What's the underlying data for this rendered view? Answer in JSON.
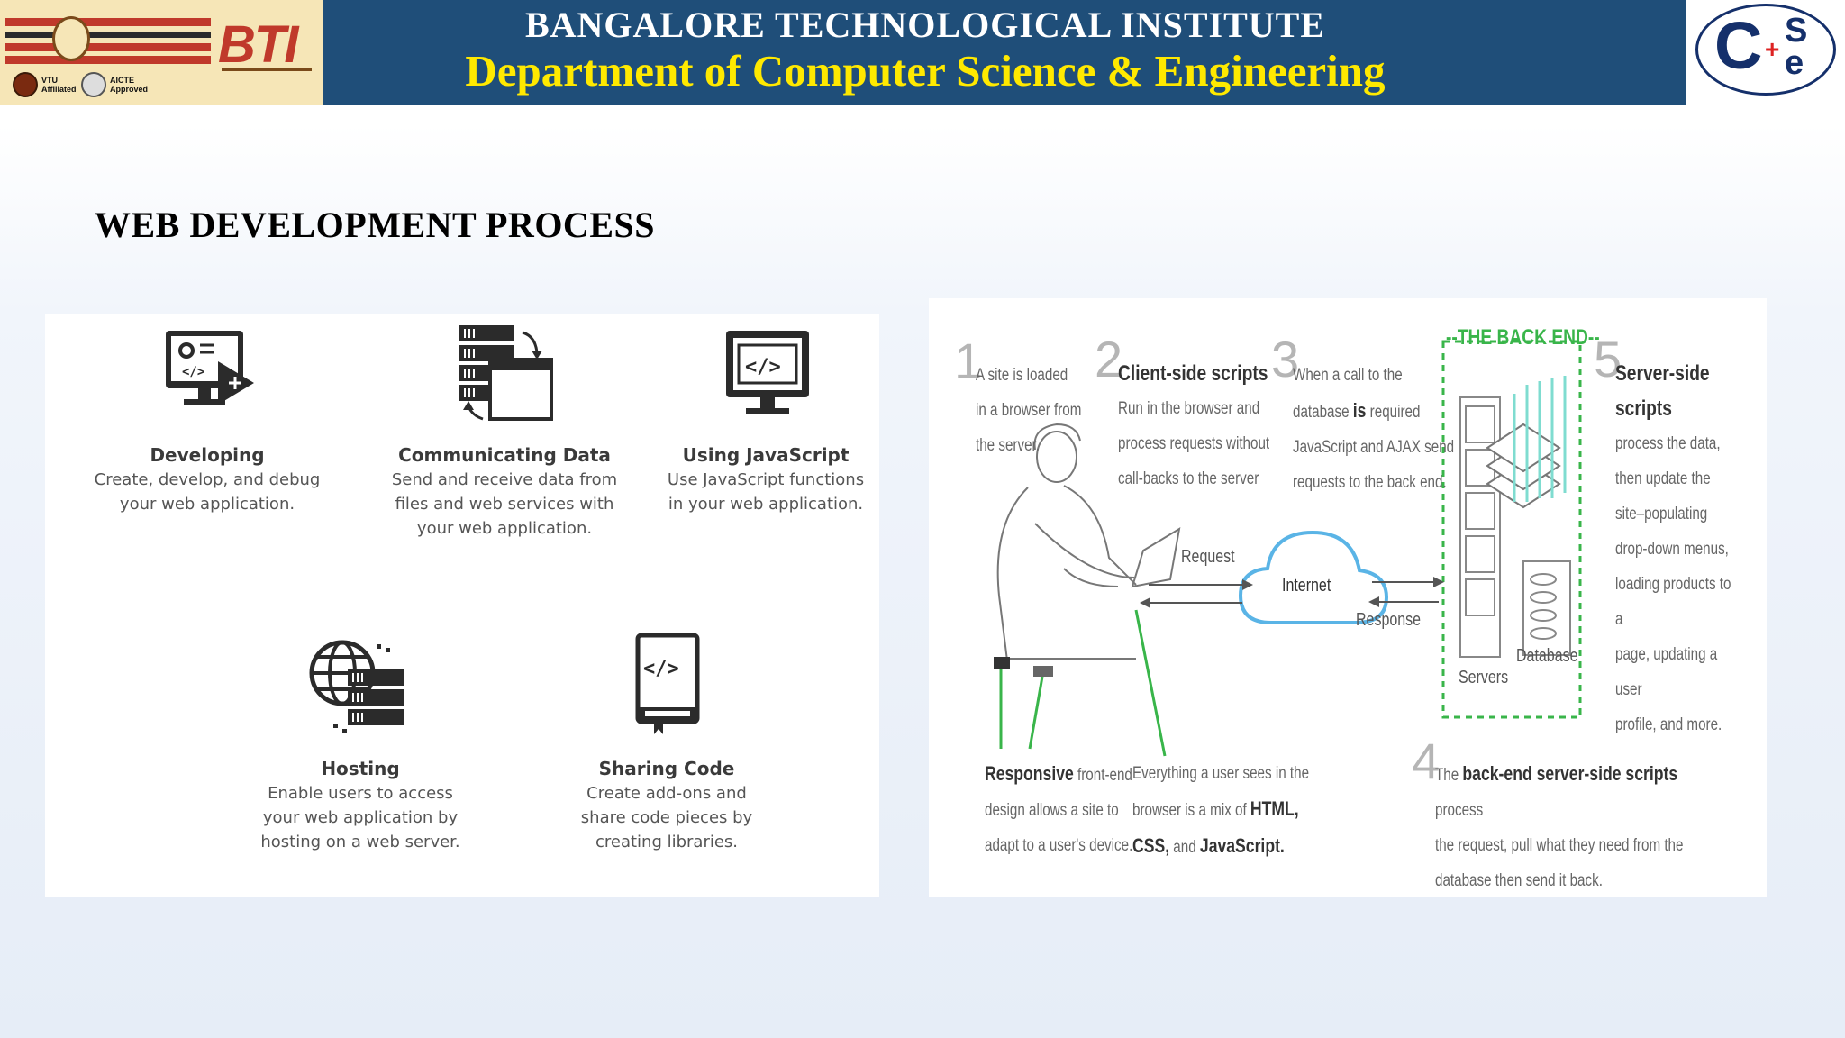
{
  "header": {
    "institute_name": "BANGALORE TECHNOLOGICAL INSTITUTE",
    "department_name": "Department of Computer Science  & Engineering",
    "left_logo": {
      "mark": "BTI",
      "badges": [
        {
          "line1": "VTU",
          "line2": "Affiliated"
        },
        {
          "line1": "AICTE",
          "line2": "Approved"
        }
      ]
    },
    "right_logo": {
      "c": "C",
      "plus": "+",
      "s": "S",
      "e": "e"
    },
    "colors": {
      "banner": "#1f4e79",
      "department_text": "#ffe900",
      "institute_text": "#ffffff"
    }
  },
  "slide": {
    "title": "WEB DEVELOPMENT PROCESS"
  },
  "process_steps": [
    {
      "title": "Developing",
      "lines": [
        "Create, develop, and debug",
        "your web application."
      ],
      "icon": "monitor-code-icon"
    },
    {
      "title": "Communicating Data",
      "lines": [
        "Send and receive data from",
        "files and web services with",
        "your web application."
      ],
      "icon": "server-window-exchange-icon"
    },
    {
      "title": "Using JavaScript",
      "lines": [
        "Use JavaScript functions",
        "in your web application."
      ],
      "icon": "monitor-brackets-icon"
    },
    {
      "title": "Hosting",
      "lines": [
        "Enable users to access",
        "your web application by",
        "hosting on a web server."
      ],
      "icon": "globe-server-icon"
    },
    {
      "title": "Sharing Code",
      "lines": [
        "Create add-ons and",
        "share code pieces by",
        "creating libraries."
      ],
      "icon": "code-book-icon"
    }
  ],
  "diagram": {
    "step1": {
      "number": "1",
      "lines": [
        "A site is loaded",
        "in a browser from",
        "the server."
      ]
    },
    "step2": {
      "number": "2",
      "heading": "Client-side scripts",
      "lines": [
        "Run in the browser and",
        "process requests without",
        "call-backs to the server"
      ]
    },
    "step3": {
      "number": "3",
      "line1": "When a call to the",
      "line2_a": "database ",
      "line2_b": "is",
      "line2_c": " required",
      "line3": "JavaScript and AJAX send",
      "line4": "requests to the back end."
    },
    "back_end_label": "--THE BACK END--",
    "step5": {
      "number": "5",
      "heading": "Server-side scripts",
      "lines": [
        "process the data,",
        "then update the",
        "site–populating",
        "drop-down menus,",
        "loading products to a",
        "page, updating a user",
        "profile, and more."
      ]
    },
    "request_label": "Request",
    "response_label": "Response",
    "internet_label": "Internet",
    "servers_label": "Servers",
    "database_label": "Database",
    "responsive_note": {
      "bold": "Responsive",
      "l1": " front-end",
      "l2": "design allows a site to",
      "l3": "adapt to a user's device."
    },
    "mix_note": {
      "l1": "Everything a user sees in the",
      "l2_a": "browser is a mix of ",
      "l2_b": "HTML,",
      "l3_a": "CSS,",
      "l3_b": " and ",
      "l3_c": "JavaScript."
    },
    "step4": {
      "number": "4",
      "l1_a": "The ",
      "l1_b": "back-end server-side scripts",
      "l1_c": " process",
      "l2": "the request, pull what they need from the",
      "l3": "database then send it back."
    },
    "colors": {
      "accent_green": "#39b54a",
      "cloud": "#5ab4e6",
      "number_gray": "#b5b5b5"
    }
  }
}
